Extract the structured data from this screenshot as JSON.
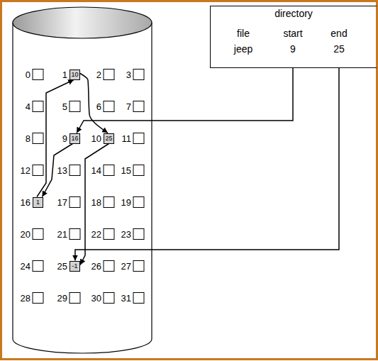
{
  "diagram": {
    "nodes": [
      {
        "text": [
          "directory"
        ]
      },
      {
        "text": [
          "10"
        ]
      },
      {
        "text": [
          "16"
        ]
      },
      {
        "text": [
          "25"
        ]
      },
      {
        "text": [
          "1"
        ]
      },
      {
        "text": [
          "-1"
        ]
      }
    ],
    "edges": [
      {
        "from": 0,
        "to": 2,
        "arrow": "to"
      },
      {
        "from": 0,
        "to": 5,
        "arrow": "to"
      },
      {
        "from": 2,
        "to": 4,
        "arrow": "to"
      },
      {
        "from": 4,
        "to": 1,
        "arrow": "to"
      },
      {
        "from": 1,
        "to": 3,
        "arrow": "to"
      },
      {
        "from": 3,
        "to": 5,
        "arrow": "to"
      }
    ],
    "labels": [
      "file",
      "start",
      "end",
      "jeep",
      "9",
      "25",
      "0",
      "1",
      "2",
      "3",
      "4",
      "5",
      "6",
      "7",
      "8",
      "9",
      "10",
      "11",
      "12",
      "13",
      "14",
      "15",
      "16",
      "17",
      "18",
      "19",
      "20",
      "21",
      "22",
      "23",
      "24",
      "25",
      "26",
      "27",
      "28",
      "29",
      "30",
      "31"
    ]
  }
}
